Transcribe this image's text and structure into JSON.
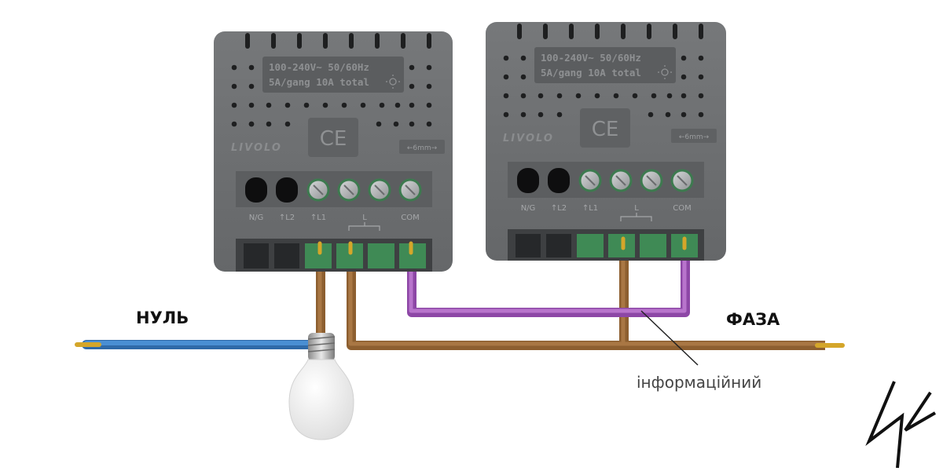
{
  "labels": {
    "neutral": "НУЛЬ",
    "phase": "ФАЗА",
    "info": "інформаційний"
  },
  "device": {
    "spec_line1": "100-240V~  50/60Hz",
    "spec_line2": "5A/gang 10A total",
    "brand": "LIVOLO",
    "ce_mark": "CE",
    "strip_length": "←6mm→",
    "terminals": [
      "N/G",
      "↑L2",
      "↑L1",
      "L",
      "COM"
    ]
  },
  "colors": {
    "neutral_wire": "#3d7fc4",
    "phase_wire": "#9a6a35",
    "info_wire": "#a55cbf",
    "device_body": "#6e7072"
  },
  "icons": {
    "lamp": "light-bulb-icon",
    "logo": "lightning-bolt-icon"
  }
}
